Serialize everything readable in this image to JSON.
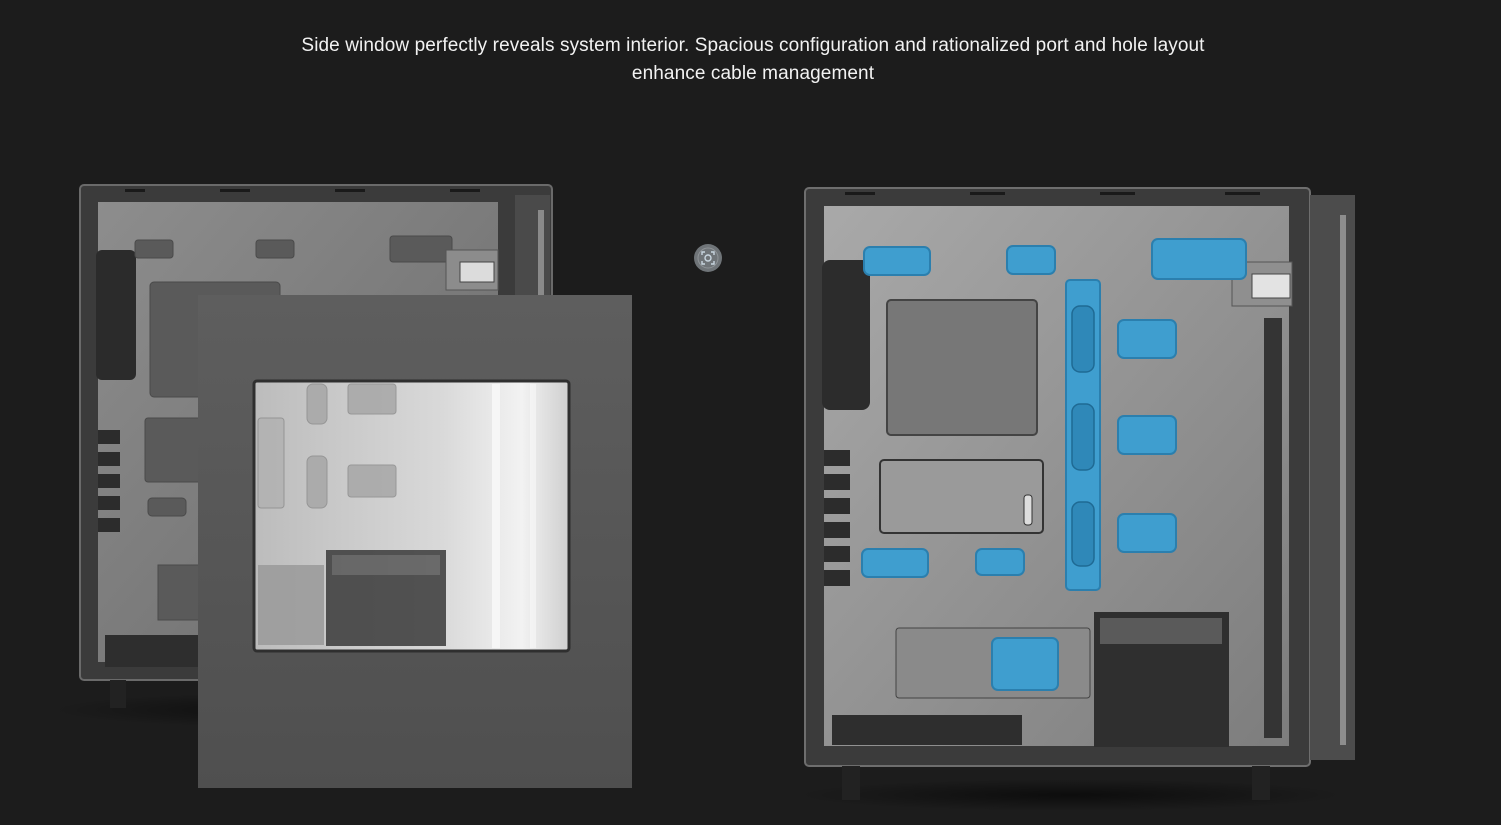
{
  "caption": {
    "line1": "Side window perfectly reveals system interior. Spacious configuration and rationalized port and hole layout",
    "line2": "enhance cable management"
  },
  "images": [
    {
      "name": "case-with-side-window-panel"
    },
    {
      "name": "case-interior-cable-holes-highlighted"
    }
  ],
  "colors": {
    "background": "#1c1c1c",
    "highlight": "#3f9ecf",
    "panel": "#5a5a5a"
  },
  "icons": {
    "zoom": "zoom-icon"
  }
}
